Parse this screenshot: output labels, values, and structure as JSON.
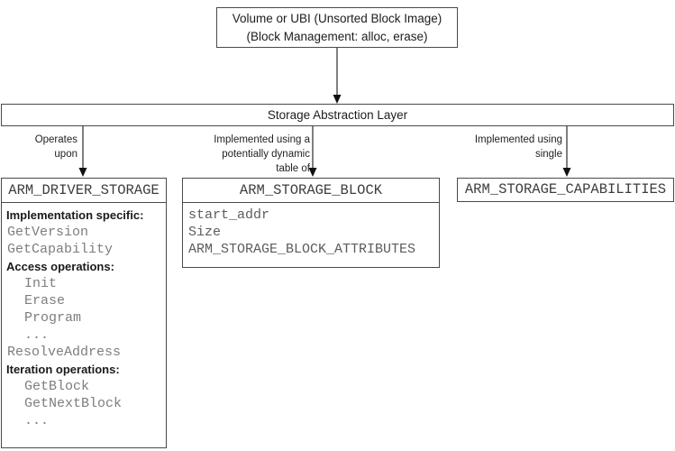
{
  "top_box": {
    "line1": "Volume or UBI (Unsorted Block Image)",
    "line2": "(Block Management: alloc, erase)"
  },
  "abstraction_bar": {
    "label": "Storage Abstraction Layer"
  },
  "edge_labels": {
    "driver": {
      "lines": [
        "Operates",
        "upon"
      ]
    },
    "block": {
      "lines": [
        "Implemented using a",
        "potentially dynamic",
        "table of"
      ]
    },
    "capabilities": {
      "lines": [
        "Implemented using",
        "single"
      ]
    }
  },
  "driver_box": {
    "title": "ARM_DRIVER_STORAGE",
    "items": [
      {
        "text": "Implementation specific:"
      },
      {
        "text": "GetVersion"
      },
      {
        "text": "GetCapability"
      },
      {
        "text": "Access operations:"
      },
      {
        "text": "Init"
      },
      {
        "text": "Erase"
      },
      {
        "text": "Program"
      },
      {
        "text": "..."
      },
      {
        "text": "ResolveAddress"
      },
      {
        "text": "Iteration operations:"
      },
      {
        "text": "GetBlock"
      },
      {
        "text": "GetNextBlock"
      },
      {
        "text": "..."
      }
    ]
  },
  "block_box": {
    "title": "ARM_STORAGE_BLOCK",
    "fields": [
      {
        "text": "start_addr"
      },
      {
        "text": "Size"
      },
      {
        "text": "ARM_STORAGE_BLOCK_ATTRIBUTES"
      }
    ]
  },
  "capabilities_box": {
    "title": "ARM_STORAGE_CAPABILITIES"
  },
  "colors": {
    "border": "#4a4a4a",
    "mono_gray": "#7e7e7e",
    "header_gray": "#3d3d3d",
    "text_black": "#1c1c1c"
  }
}
